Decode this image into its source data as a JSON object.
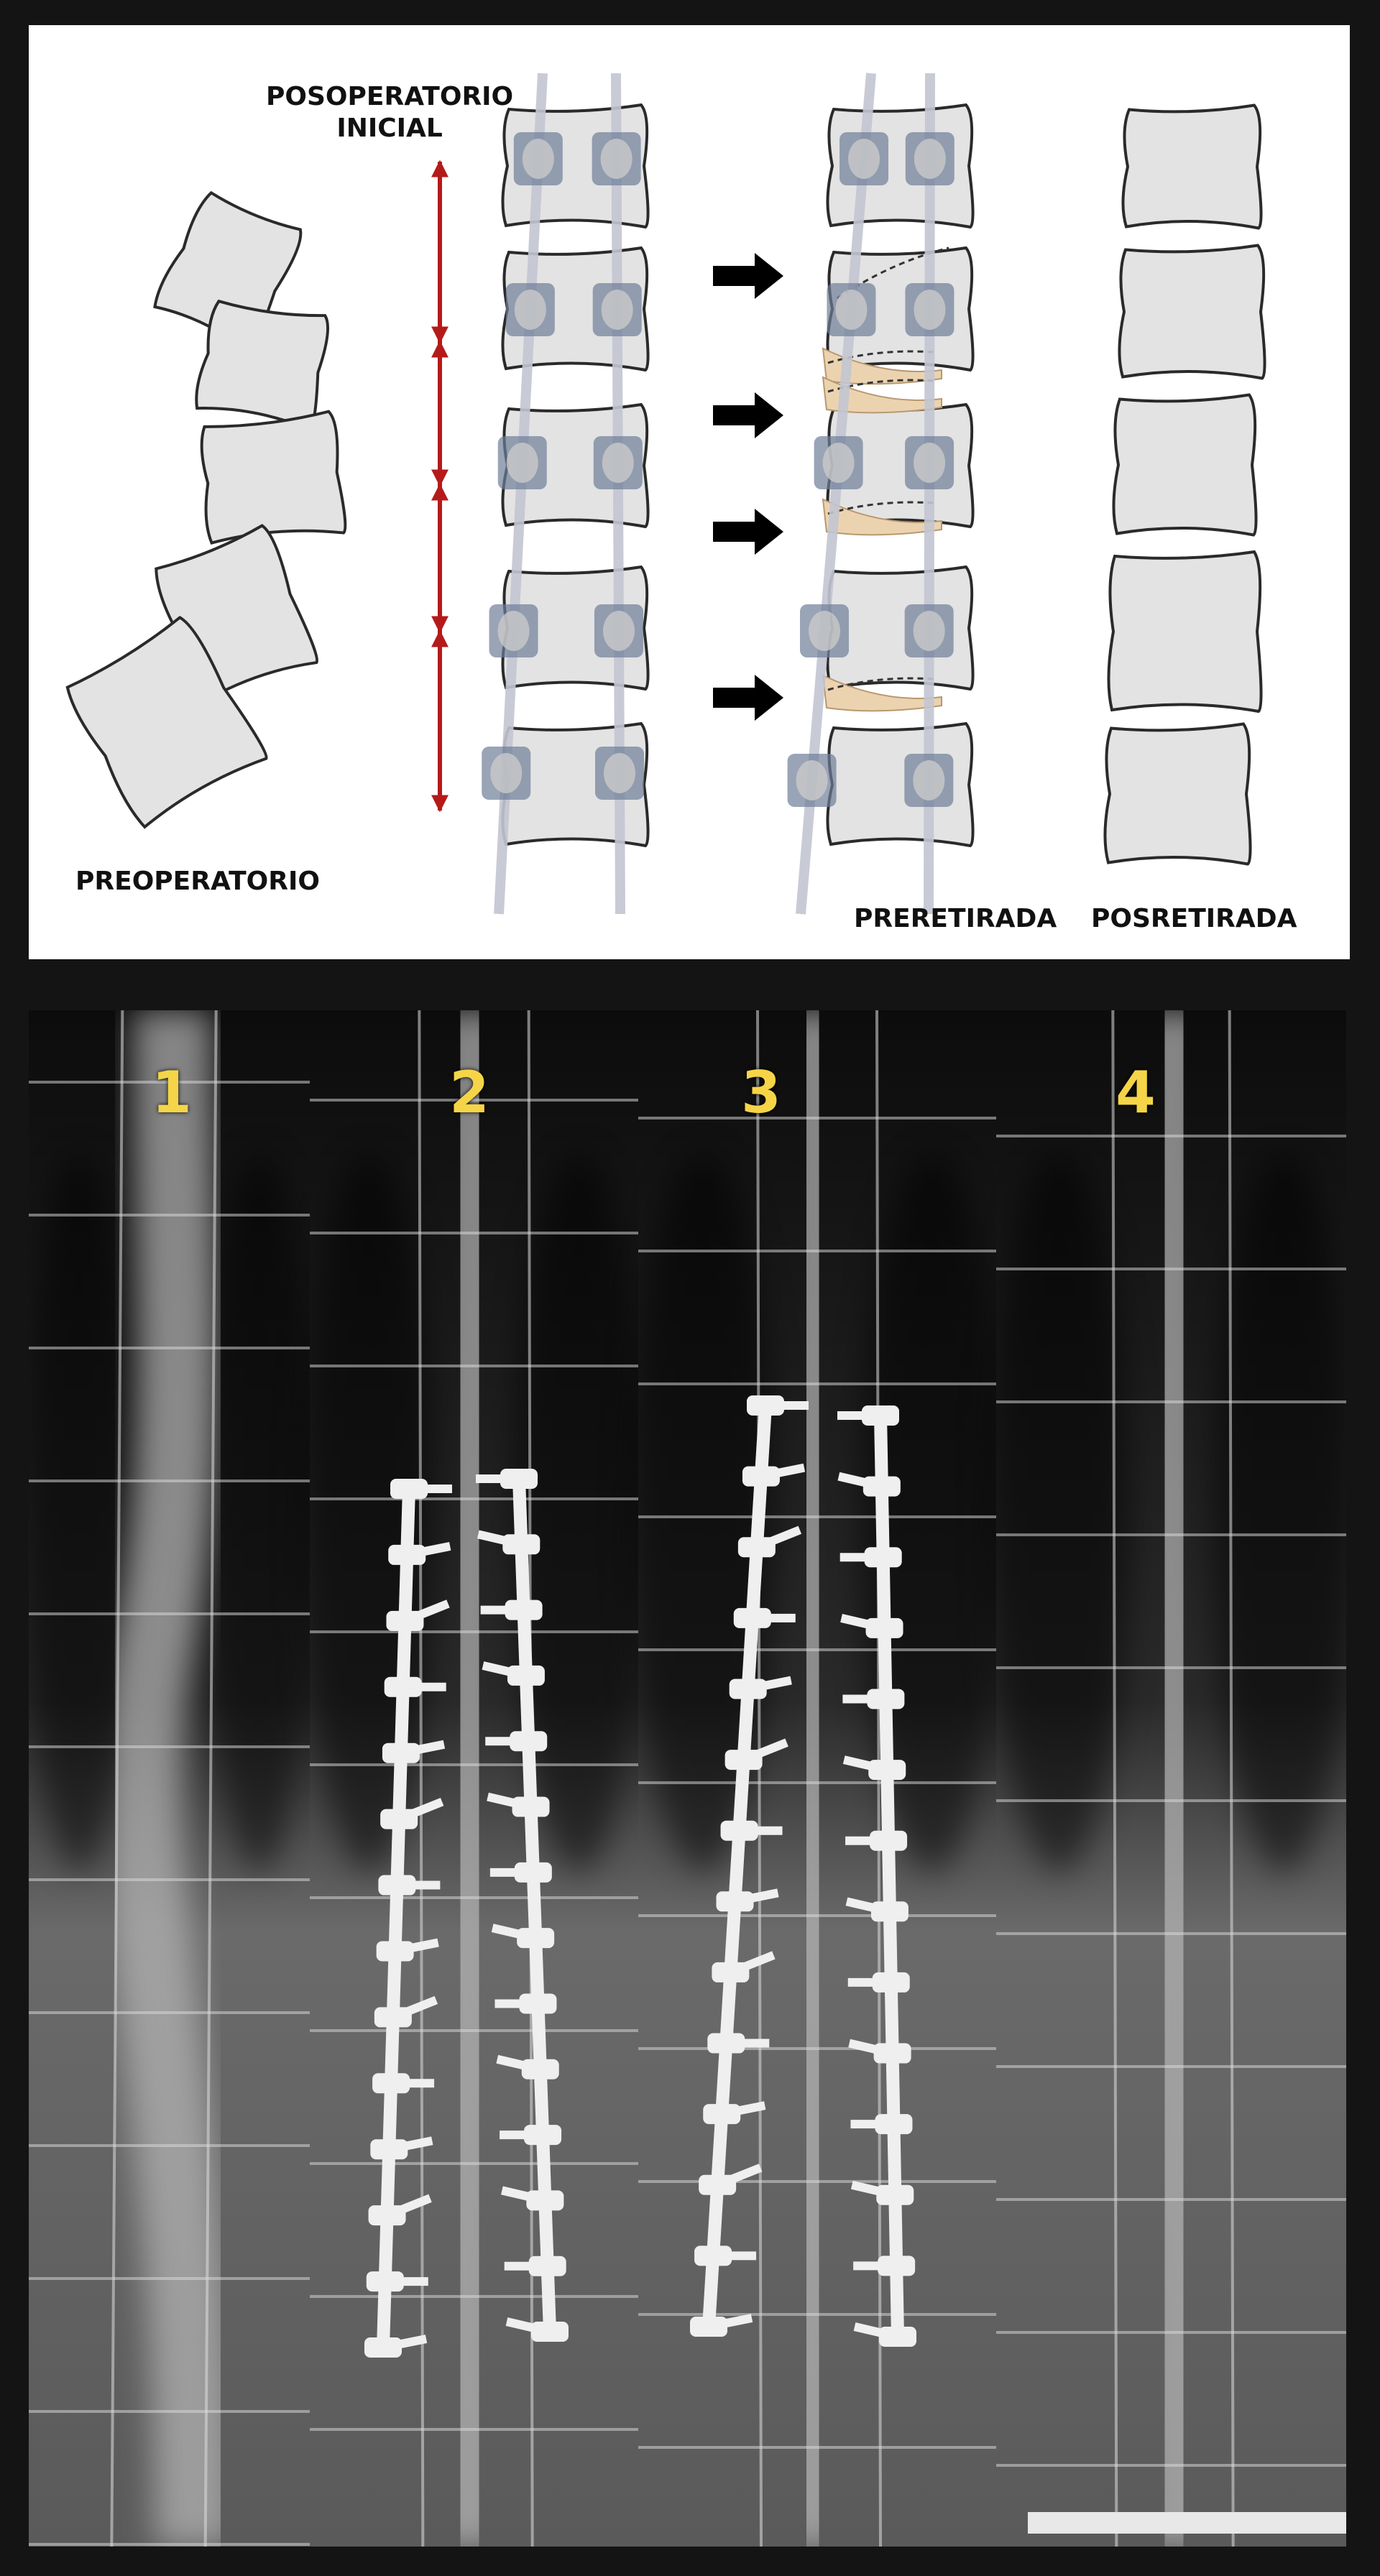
{
  "diagram": {
    "labels": {
      "preop": "PREOPERATORIO",
      "postop_line1": "POSOPERATORIO",
      "postop_line2": "INICIAL",
      "preremoval": "PRERETIRADA",
      "postremoval": "POSRETIRADA"
    },
    "colors": {
      "vertebra": "#e3e3e3",
      "outline": "#2a2a2a",
      "rod": "#c3c6d2",
      "screw": "#6d7d99",
      "arrow_red": "#b51a1a",
      "arrow_black": "#000000",
      "bone_graft": "#ecd3b0"
    }
  },
  "xrays": {
    "panels": [
      {
        "number": "1"
      },
      {
        "number": "2"
      },
      {
        "number": "3"
      },
      {
        "number": "4"
      }
    ],
    "colors": {
      "number": "#f5d547",
      "implant": "#efefef"
    }
  }
}
